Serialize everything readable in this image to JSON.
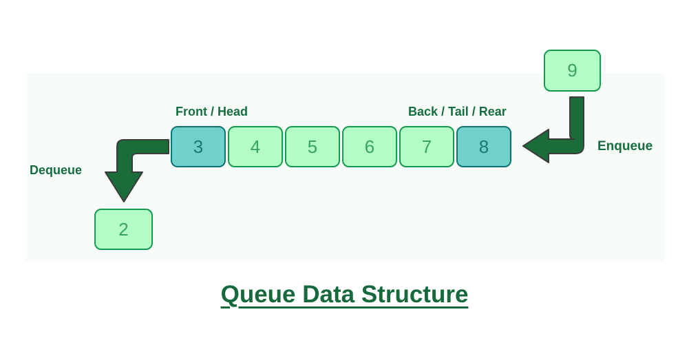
{
  "title": "Queue Data Structure",
  "diagram": {
    "front_label": "Front / Head",
    "back_label": "Back / Tail / Rear",
    "dequeue_label": "Dequeue",
    "enqueue_label": "Enqueue",
    "queue_items": [
      "3",
      "4",
      "5",
      "6",
      "7",
      "8"
    ],
    "enqueue_item": "9",
    "dequeue_item": "2"
  },
  "colors": {
    "cell_green_fill": "#b2fec4",
    "cell_green_border": "#149a50",
    "cell_teal_fill": "#6fd1c9",
    "cell_teal_border": "#0d7474",
    "arrow_fill": "#1a6c38",
    "label_text": "#156e40",
    "title_text": "#15693b",
    "panel_background": "#f8fcf8"
  }
}
